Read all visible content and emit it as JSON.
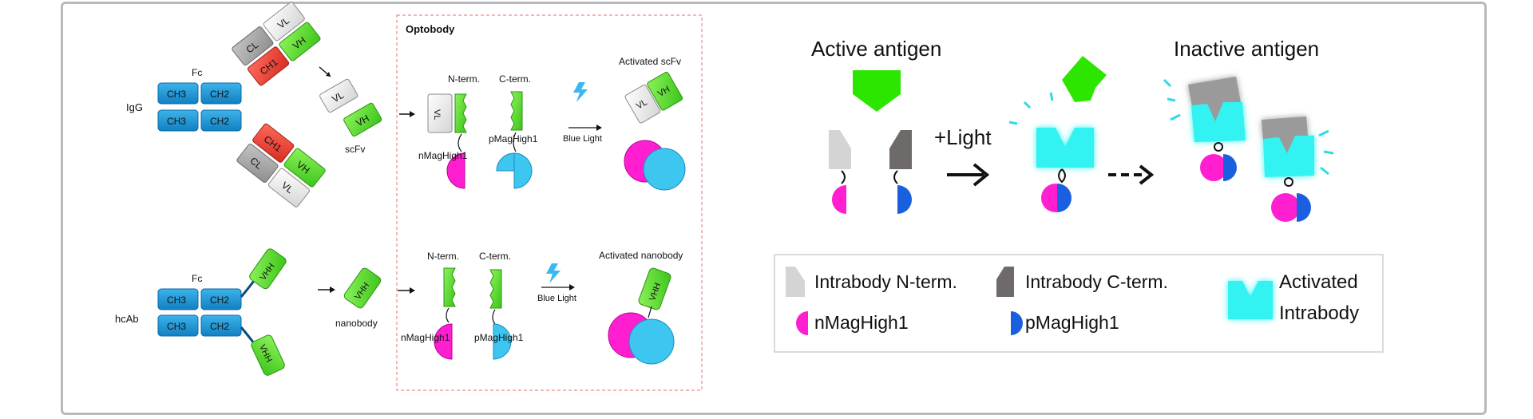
{
  "colors": {
    "domain_blue": "#1b9ad6",
    "ch1_red": "#e8453c",
    "vh_green": "#5cdb2e",
    "cl_gray": "#a9a9a9",
    "vl_white": "#eeeeee",
    "nmag_magenta": "#ff1fd0",
    "pmag_blue_light": "#3cc6f0",
    "pmag_blue_dark": "#1a5fe0",
    "antigen_green": "#2ce600",
    "activated_cyan": "#31f2f2",
    "legend_border": "#cfcfcf",
    "optobody_border": "#f08a8a"
  },
  "icons": [
    "lightning-bolt-icon",
    "arrow-right-icon",
    "dashed-arrow-icon"
  ],
  "left_panel": {
    "igg_label": "IgG",
    "hcab_label": "hcAb",
    "fc_label_top": "Fc",
    "fc_label_bottom": "Fc",
    "ch3": "CH3",
    "ch2": "CH2",
    "ch1": "CH1",
    "cl": "CL",
    "vl": "VL",
    "vh": "VH",
    "vhh": "VHH",
    "scfv_label": "scFv",
    "nanobody_label": "nanobody"
  },
  "optobody": {
    "title": "Optobody",
    "n_term": "N-term.",
    "c_term": "C-term.",
    "n_term_2": "N-term.",
    "c_term_2": "C-term.",
    "nmag": "nMagHigh1",
    "pmag": "pMagHigh1",
    "nmag_2": "nMagHigh1",
    "pmag_2": "pMagHigh1",
    "blue_light": "Blue Light",
    "blue_light_2": "Blue Light",
    "activated_scfv": "Activated scFv",
    "activated_nanobody": "Activated nanobody"
  },
  "right_panel": {
    "active_antigen": "Active antigen",
    "inactive_antigen": "Inactive antigen",
    "light_label": "+Light"
  },
  "legend": {
    "intrabody_n": "Intrabody N-term.",
    "intrabody_c": "Intrabody C-term.",
    "activated_line1": "Activated",
    "activated_line2": "Intrabody",
    "nmag": "nMagHigh1",
    "pmag": "pMagHigh1"
  }
}
